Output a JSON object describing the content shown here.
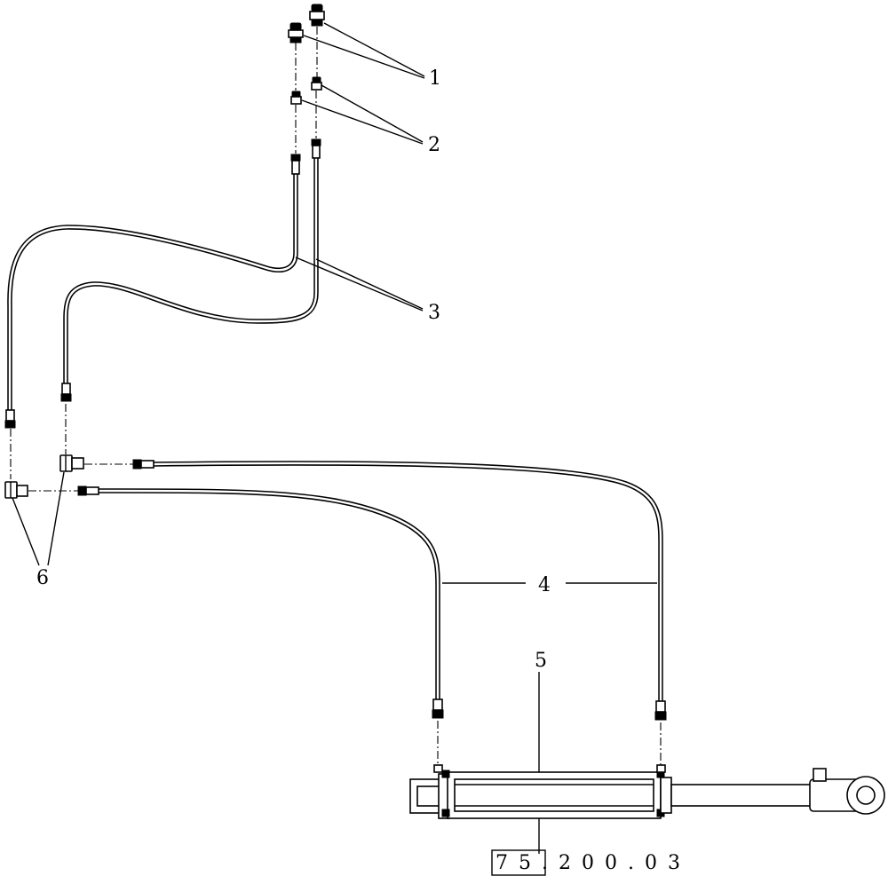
{
  "callouts": {
    "c1": "1",
    "c2": "2",
    "c3": "3",
    "c4": "4",
    "c5": "5",
    "c6": "6"
  },
  "reference": {
    "code": "75.200.03"
  }
}
